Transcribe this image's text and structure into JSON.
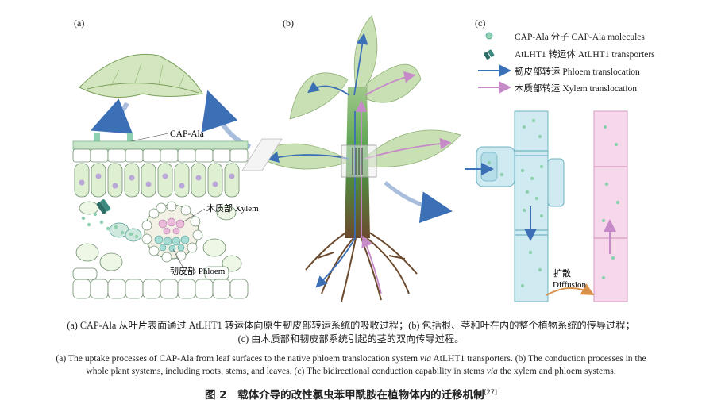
{
  "panels": {
    "a": "(a)",
    "b": "(b)",
    "c": "(c)"
  },
  "labels": {
    "cap_ala": "CAP-Ala",
    "xylem": "木质部 Xylem",
    "phloem": "韧皮部 Phloem",
    "diffusion_zh": "扩散",
    "diffusion_en": "Diffusion"
  },
  "legend": [
    {
      "icon": "molecule-icon",
      "text": "CAP-Ala 分子 CAP-Ala molecules"
    },
    {
      "icon": "transporter-icon",
      "text": "AtLHT1 转运体 AtLHT1 transporters"
    },
    {
      "icon": "blue-arrow-icon",
      "text": "韧皮部转运 Phloem translocation",
      "color": "#3b6fb6"
    },
    {
      "icon": "pink-arrow-icon",
      "text": "木质部转运 Xylem translocation",
      "color": "#c78ac9"
    }
  ],
  "caption": {
    "zh_line1": "(a) CAP-Ala 从叶片表面通过 AtLHT1 转运体向原生韧皮部转运系统的吸收过程；(b) 包括根、茎和叶在内的整个植物系统的传导过程；",
    "zh_line2": "(c) 由木质部和韧皮部系统引起的茎的双向传导过程。",
    "en_part1": "(a) The uptake processes of CAP-Ala from leaf surfaces to the native phloem translocation system ",
    "en_via1": "via",
    "en_part2": " AtLHT1 transporters. (b) The conduction processes in the",
    "en_line2a": "whole plant systems, including roots, stems, and leaves. (c) The bidirectional conduction capability in stems ",
    "en_via2": "via",
    "en_line2b": " the xylem and phloem systems.",
    "title": "图 2　载体介导的改性氯虫苯甲酰胺在植物体内的迁移机制",
    "ref": "[27]"
  },
  "colors": {
    "phloem": "#3b6fb6",
    "xylem": "#c78ac9",
    "leaf": "#c9dfb4",
    "stem": "#3f8a3a",
    "phloem_cell": "#cfeaf0",
    "xylem_cell": "#f7d8ea",
    "diffusion_arrow": "#d9914a"
  }
}
